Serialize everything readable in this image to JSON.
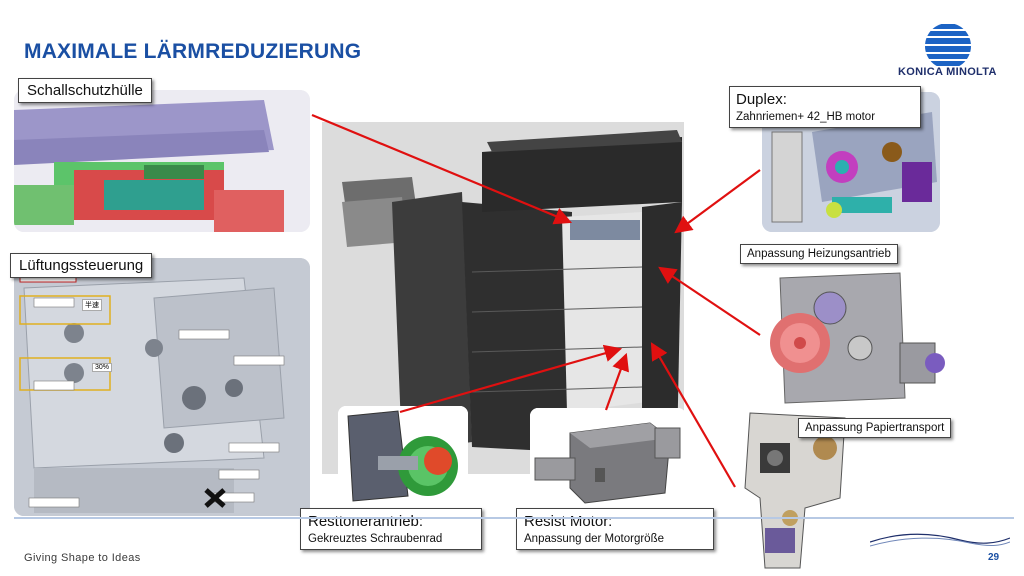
{
  "slide": {
    "title": "MAXIMALE LÄRMREDUZIERUNG",
    "page_number": "29",
    "footer_slogan": "Giving Shape to Ideas"
  },
  "logo": {
    "brand": "KONICA MINOLTA",
    "icon": "globe-logo-icon"
  },
  "labels": {
    "schallschutz": "Schallschutzhülle",
    "lueftung": "Lüftungssteuerung",
    "duplex_title": "Duplex:",
    "duplex_sub": "Zahnriemen+ 42_HB motor",
    "heizung": "Anpassung Heizungsantrieb",
    "papier": "Anpassung  Papiertransport",
    "toner_title": "Resttonerantrieb:",
    "toner_sub": "Gekreuztes Schraubenrad",
    "resist_title": "Resist Motor:",
    "resist_sub": "Anpassung der Motorgröße"
  },
  "vent_tags": {
    "tag_half": "半速",
    "tag_30": "30%"
  },
  "colors": {
    "title_blue": "#1a4fa3",
    "arrow_red": "#e01010",
    "footer_line": "#b7c9e4"
  }
}
